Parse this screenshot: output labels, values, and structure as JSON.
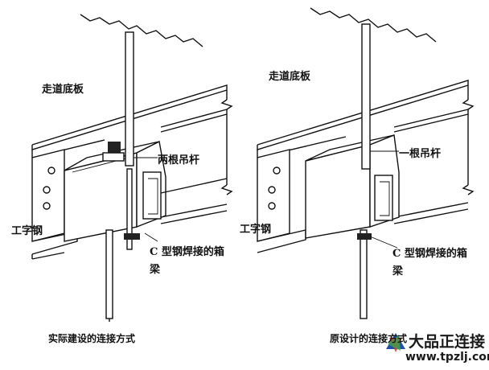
{
  "left": {
    "walkway_label": "走道底板",
    "rod_label": "两根吊杆",
    "ibeam_label": "工字钢",
    "channel_label_line1": "C 型钢焊接的箱",
    "channel_label_line2": "梁",
    "caption": "实际建设的连接方式"
  },
  "right": {
    "walkway_label": "走道底板",
    "rod_label": "一根吊杆",
    "ibeam_label": "工字钢",
    "channel_label_line1": "C 型钢焊接的箱",
    "channel_label_line2": "梁",
    "caption": "原设计的连接方式"
  },
  "watermark": {
    "name": "大品正连接",
    "url": "www.tpzlj.com"
  }
}
